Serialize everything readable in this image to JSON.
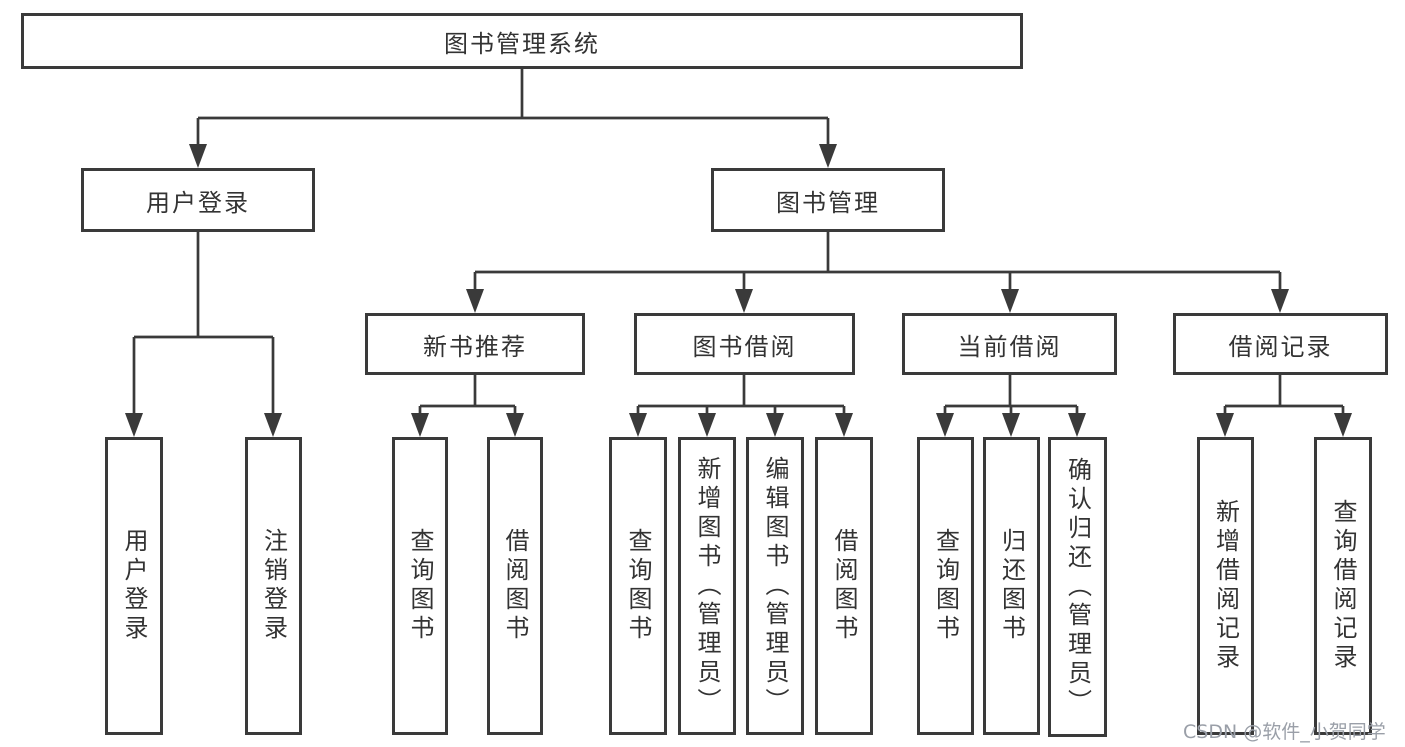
{
  "diagram": {
    "root": {
      "label": "图书管理系统"
    },
    "branches": [
      {
        "label": "用户登录",
        "children": [
          "用户登录",
          "注销登录"
        ]
      },
      {
        "label": "图书管理",
        "children": [
          {
            "label": "新书推荐",
            "children": [
              "查询图书",
              "借阅图书"
            ]
          },
          {
            "label": "图书借阅",
            "children": [
              "查询图书",
              "新增图书（管理员）",
              "编辑图书（管理员）",
              "借阅图书"
            ]
          },
          {
            "label": "当前借阅",
            "children": [
              "查询图书",
              "归还图书",
              "确认归还（管理员）"
            ]
          },
          {
            "label": "借阅记录",
            "children": [
              "新增借阅记录",
              "查询借阅记录"
            ]
          }
        ]
      }
    ]
  },
  "watermark": {
    "text": "CSDN @软件_小贺同学"
  },
  "colors": {
    "line": "#3a3a3a",
    "text": "#333333",
    "watermark": "#9a9fa8",
    "background": "#ffffff"
  }
}
